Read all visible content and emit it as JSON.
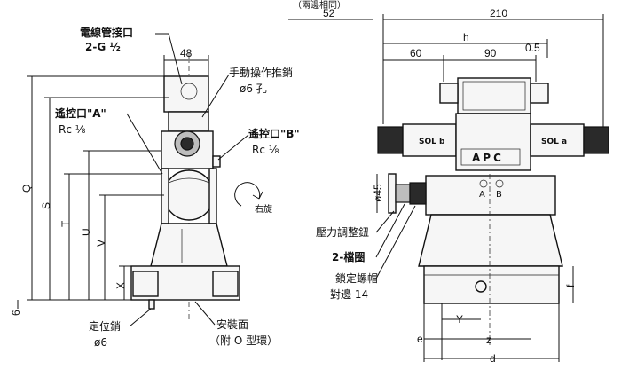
{
  "top_note": "（兩邊相同）",
  "left_view": {
    "conduit_port": "電線管接口",
    "conduit_port_size": "2-G ½",
    "width_dim": "48",
    "manual_pin": "手動操作推銷",
    "manual_pin_hole": "ø6 孔",
    "remote_a": "遙控口\"A\"",
    "remote_a_size": "Rc ⅛",
    "remote_b": "遙控口\"B\"",
    "remote_b_size": "Rc ⅛",
    "rotation_label": "右旋",
    "dims_vertical": [
      "Q",
      "S",
      "T",
      "U",
      "V",
      "X"
    ],
    "dim_bottom_left": "6",
    "locating_pin": "定位銷",
    "locating_pin_size": "ø6",
    "mounting_face": "安裝面",
    "mounting_face_note": "（附 O 型環）"
  },
  "right_view": {
    "dim_52": "52",
    "dim_210": "210",
    "dim_h": "h",
    "dim_60": "60",
    "dim_90": "90",
    "dim_05": "0.5",
    "sol_b": "SOL b",
    "sol_a": "SOL a",
    "brand": "APC",
    "port_a": "A",
    "port_b": "B",
    "dia_45": "ø45",
    "pressure_knob": "壓力調整鈕",
    "lock_ring": "2-檔圈",
    "lock_nut": "鎖定螺帽",
    "lock_nut_size": "對邊 14",
    "dim_f": "f",
    "dim_y": "Y",
    "dim_e": "e",
    "dim_z": "z",
    "dim_d": "d"
  }
}
